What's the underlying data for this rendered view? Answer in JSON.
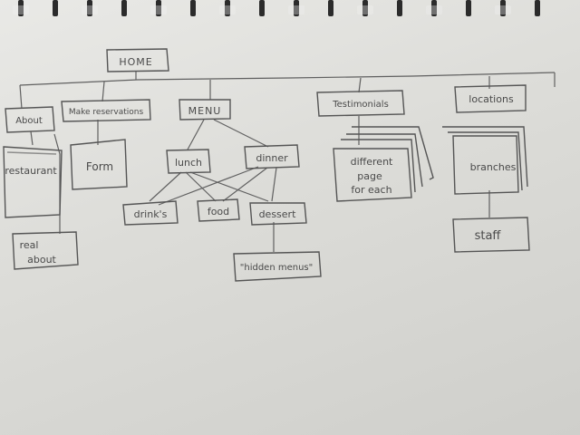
{
  "sitemap": {
    "root": "HOME",
    "branches": {
      "about": {
        "label": "About",
        "children": [
          "restaurant",
          "real about"
        ]
      },
      "reservations": {
        "label": "Make reservations",
        "children": [
          "Form"
        ]
      },
      "menu": {
        "label": "MENU",
        "meals": [
          "lunch",
          "dinner"
        ],
        "items": [
          "drink's",
          "food",
          "dessert"
        ],
        "extra": "\"hidden menus\""
      },
      "testimonials": {
        "label": "Testimonials",
        "children": [
          "different page for each"
        ]
      },
      "locations": {
        "label": "locations",
        "children": [
          "branches",
          "staff"
        ]
      }
    }
  },
  "text_lines": {
    "real_about_1": "real",
    "real_about_2": "about",
    "diff_1": "different",
    "diff_2": "page",
    "diff_3": "for each"
  }
}
